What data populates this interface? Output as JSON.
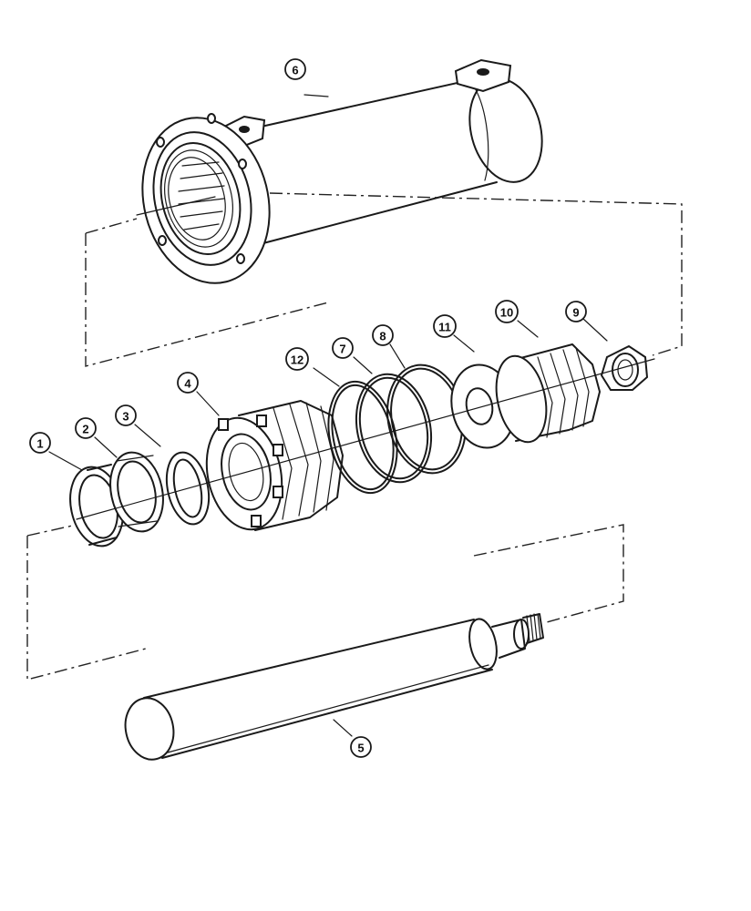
{
  "diagram": {
    "type": "exploded-parts-view",
    "callouts": [
      {
        "id": "callout-1",
        "label": "1"
      },
      {
        "id": "callout-2",
        "label": "2"
      },
      {
        "id": "callout-3",
        "label": "3"
      },
      {
        "id": "callout-4",
        "label": "4"
      },
      {
        "id": "callout-5",
        "label": "5"
      },
      {
        "id": "callout-6",
        "label": "6"
      },
      {
        "id": "callout-7",
        "label": "7"
      },
      {
        "id": "callout-8",
        "label": "8"
      },
      {
        "id": "callout-9",
        "label": "9"
      },
      {
        "id": "callout-10",
        "label": "10"
      },
      {
        "id": "callout-11",
        "label": "11"
      },
      {
        "id": "callout-12",
        "label": "12"
      }
    ]
  }
}
